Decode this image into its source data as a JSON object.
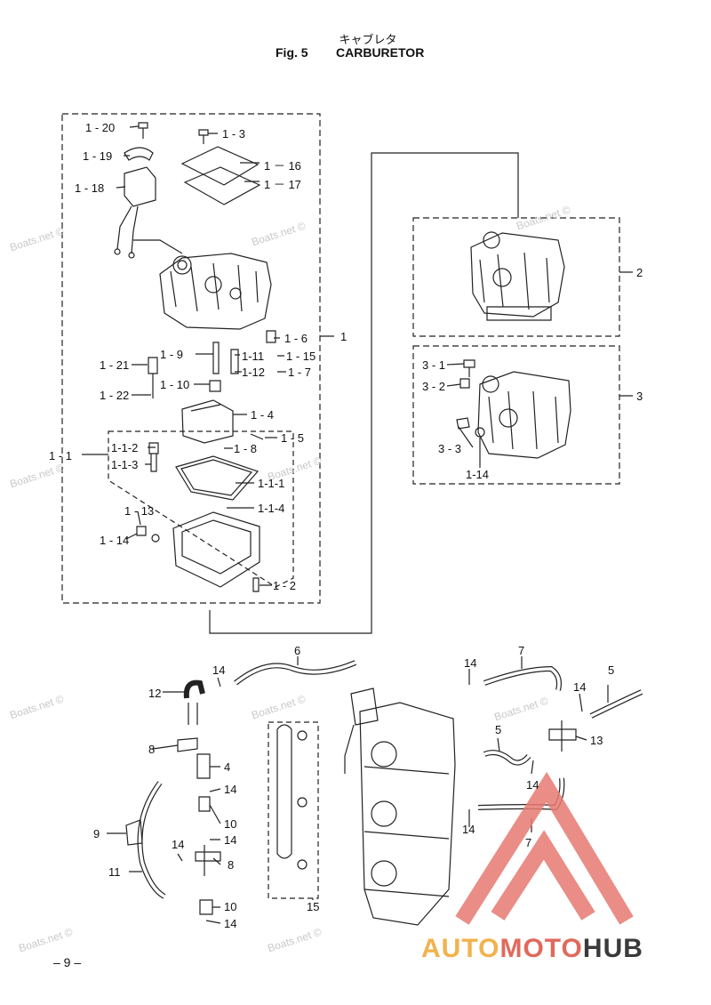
{
  "title_jp": "キャブレタ",
  "figure_number": "Fig. 5",
  "title": "CARBURETOR",
  "page_number": "– 9 –",
  "watermark": "Boats.net ©",
  "logo": {
    "part1": "AUTO",
    "part2": "MOTO",
    "part3": "HUB"
  },
  "labels": {
    "l1_20": "1 - 20",
    "l1_3": "1 - 3",
    "l1_19": "1 - 19",
    "l1_16": "1 － 16",
    "l1_18": "1 - 18",
    "l1_17": "1 － 17",
    "l1_6": "1 - 6",
    "l1": "1",
    "l1_9": "1 - 9",
    "l1_11": "1-11",
    "l1_15": "1 - 15",
    "l1_21": "1 - 21",
    "l1_12": "1-12",
    "l1_7": "1 - 7",
    "l1_10": "1 - 10",
    "l1_22": "1 - 22",
    "l1_4": "1 - 4",
    "l1_5": "1 - 5",
    "l1_1_2": "1-1-2",
    "l1_8": "1 - 8",
    "l1_1": "1 - 1",
    "l1_1_3": "1-1-3",
    "l1_1_1": "1-1-1",
    "l1_1_4": "1-1-4",
    "l1_13": "1 - 13",
    "l1_14": "1 - 14",
    "l1_2": "1 - 2",
    "l2": "2",
    "l3": "3",
    "l3_1": "3 - 1",
    "l3_2": "3 - 2",
    "l3_3": "3 - 3",
    "l1_14b": "1-14",
    "h6": "6",
    "h7": "7",
    "h14a": "14",
    "h5a": "5",
    "h12": "12",
    "h14b": "14",
    "h14c": "14",
    "h8a": "8",
    "h13": "13",
    "h5b": "5",
    "h4": "4",
    "h14d": "14",
    "h14e": "14",
    "h10a": "10",
    "h9": "9",
    "h14f": "14",
    "h14g": "14",
    "h7b": "7",
    "h8b": "8",
    "h11": "11",
    "h14h": "14",
    "h10b": "10",
    "h14i": "14",
    "h15": "15"
  }
}
